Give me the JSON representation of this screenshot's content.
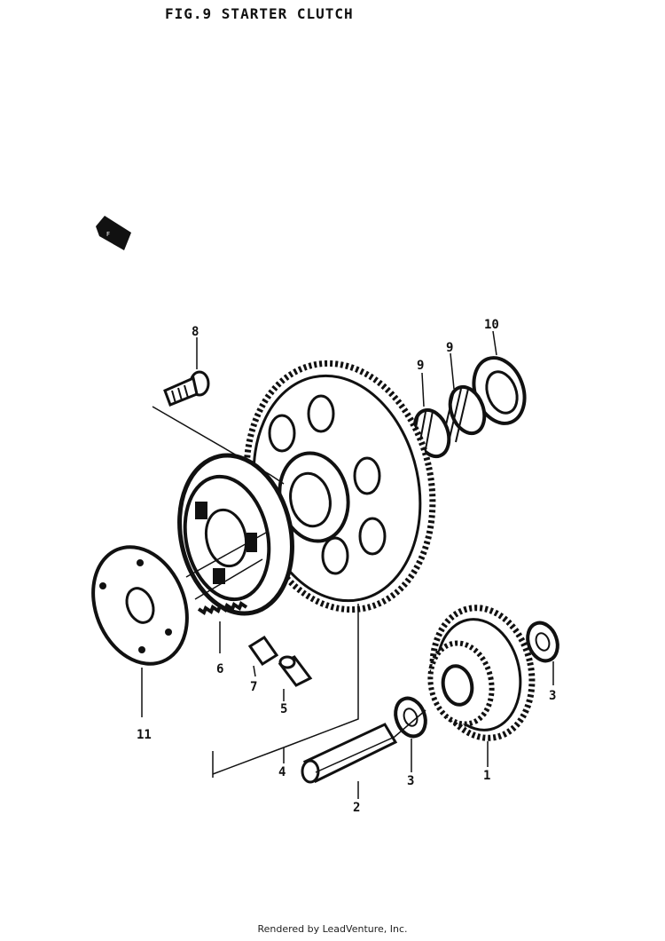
{
  "title": "FIG.9 STARTER CLUTCH",
  "footer": "Rendered by LeadVenture, Inc.",
  "colors": {
    "ink": "#111111",
    "paper": "#ffffff"
  },
  "callouts": {
    "c1": "1",
    "c2": "2",
    "c3a": "3",
    "c3b": "3",
    "c4": "4",
    "c5": "5",
    "c6": "6",
    "c7": "7",
    "c8": "8",
    "c9a": "9",
    "c9b": "9",
    "c10": "10",
    "c11": "11"
  }
}
